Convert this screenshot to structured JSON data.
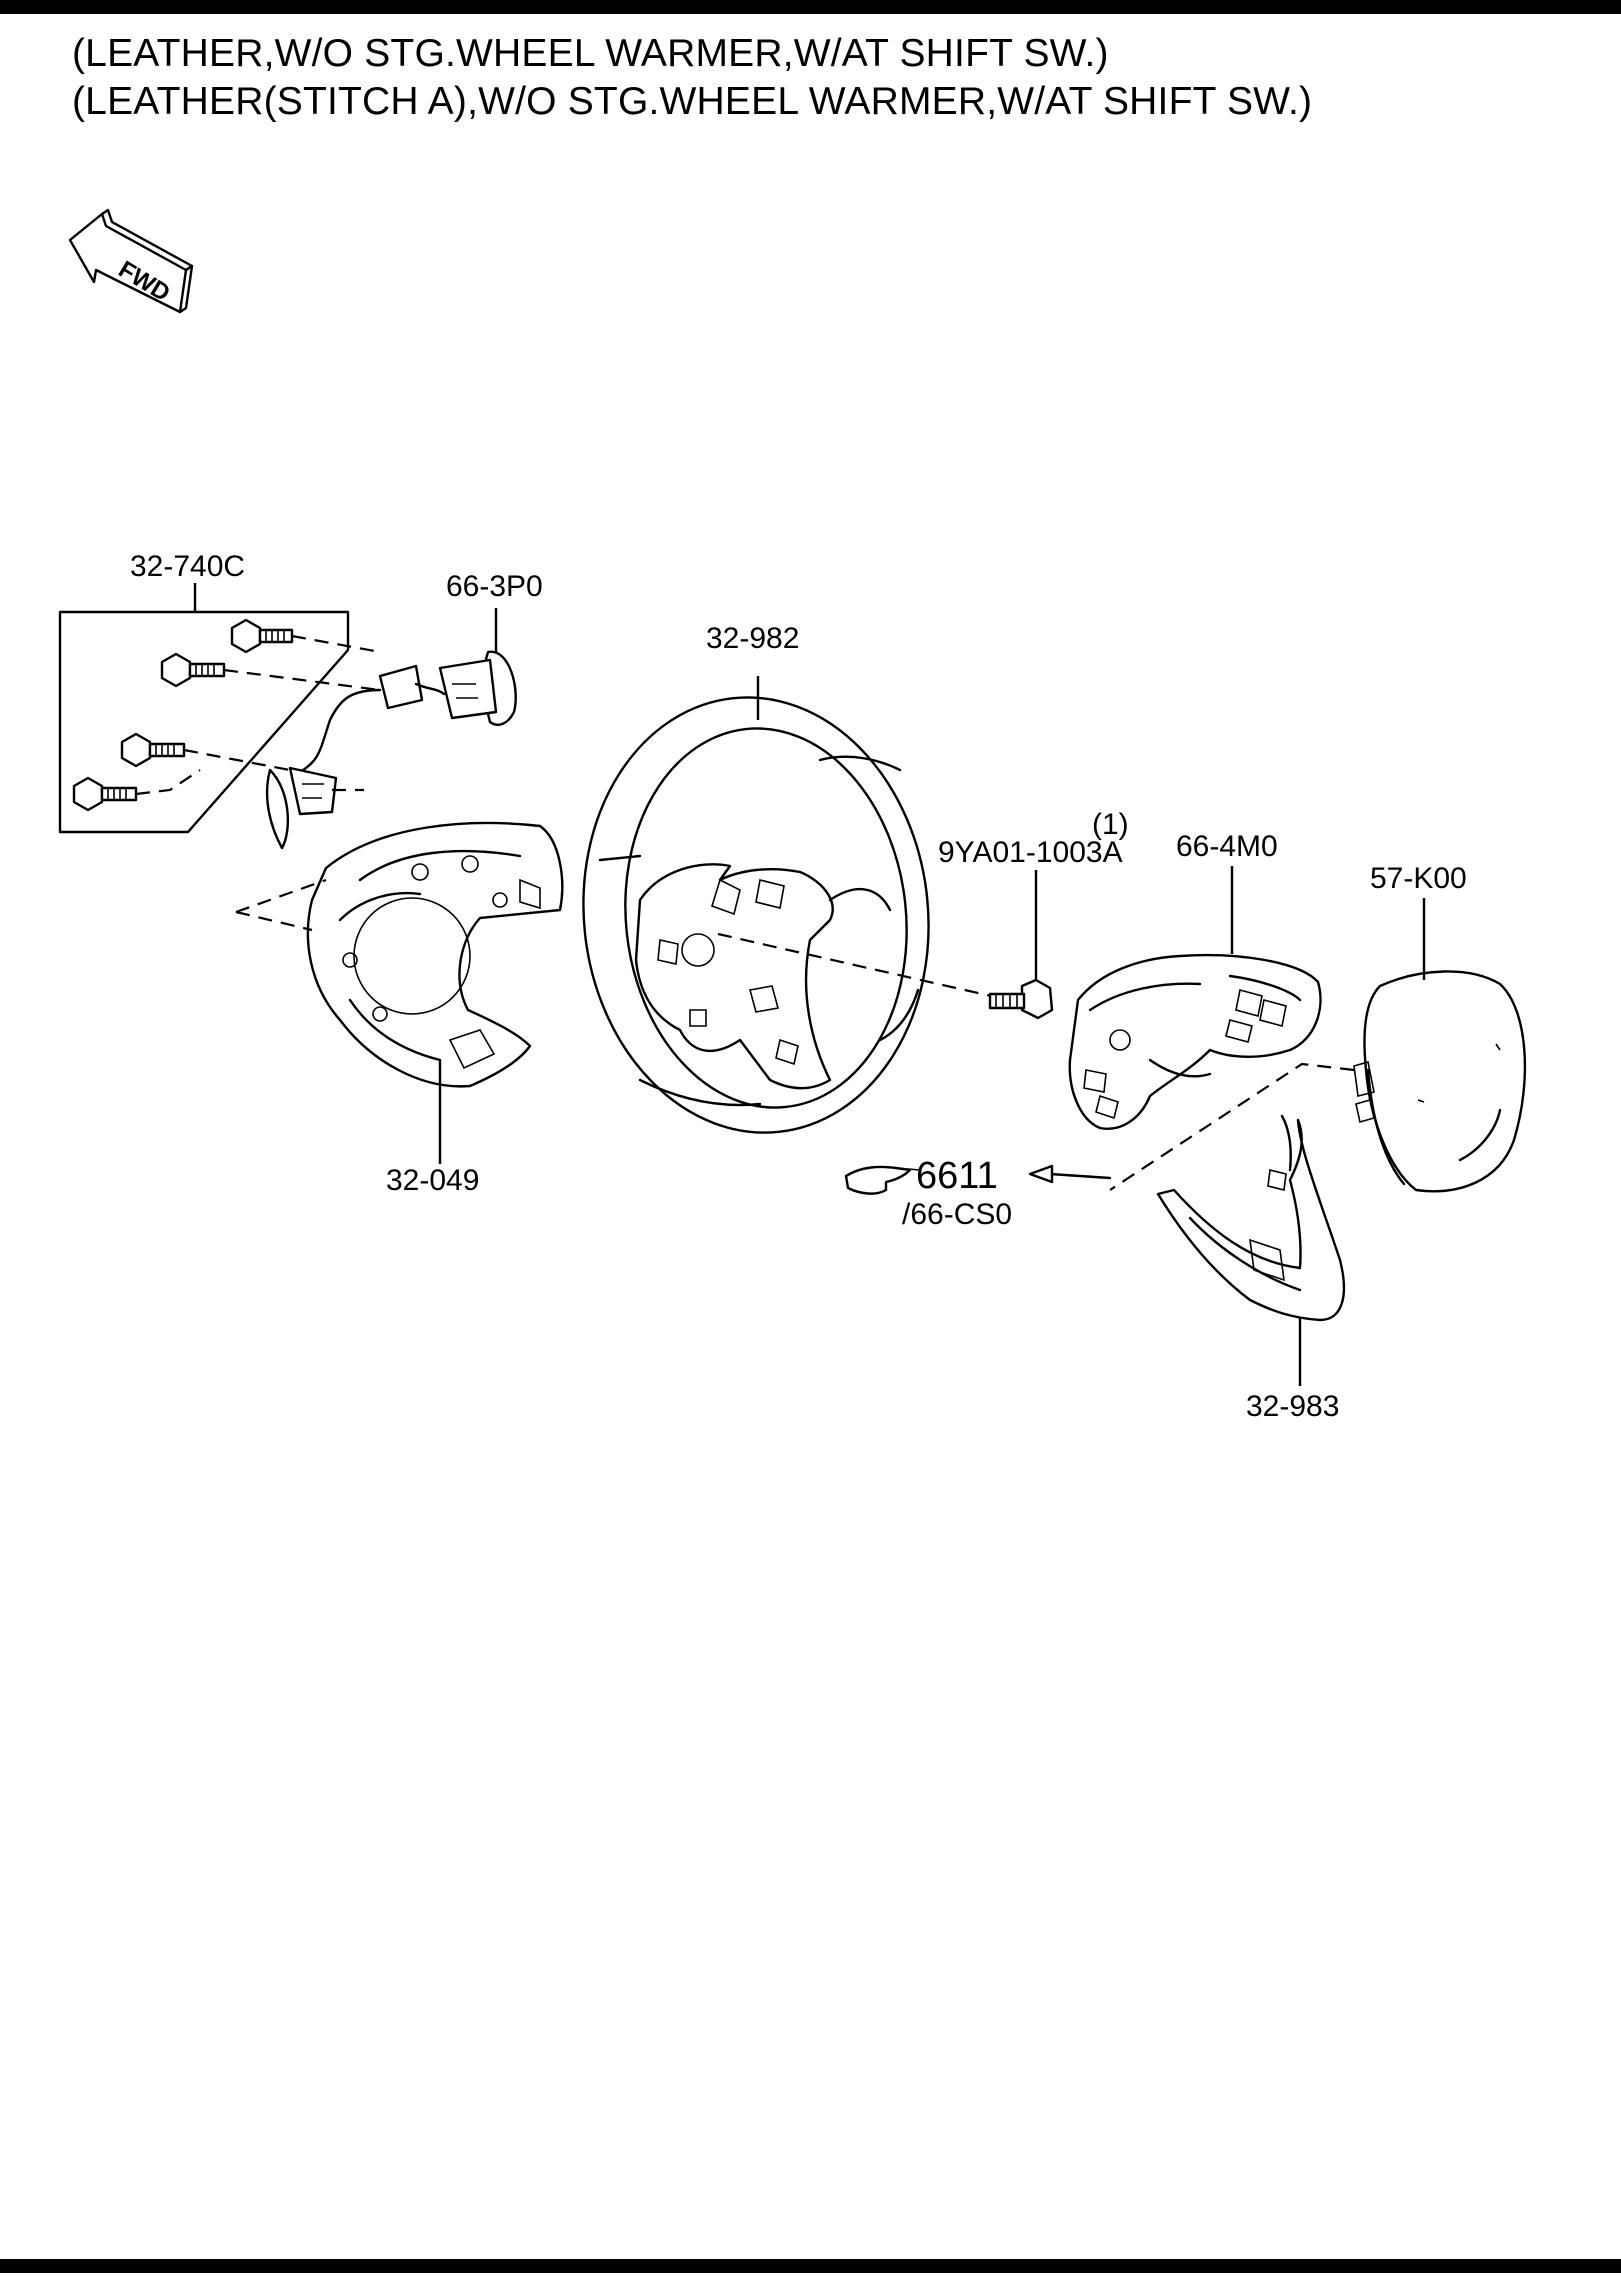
{
  "header": {
    "title_lines": [
      "(LEATHER,W/O STG.WHEEL WARMER,W/AT SHIFT SW.)",
      "(LEATHER(STITCH A),W/O STG.WHEEL WARMER,W/AT SHIFT SW.)"
    ]
  },
  "orientation": {
    "arrow_label": "FWD"
  },
  "callouts": {
    "bolt_set": "32-740C",
    "shift_switch": "66-3P0",
    "wheel": "32-982",
    "bolt_qty": "(1)",
    "bolt": "9YA01-1003A",
    "switch_panel": "66-4M0",
    "airbag": "57-K00",
    "rear_cover": "32-049",
    "ref_number": "6611",
    "ref_sub": "/66-CS0",
    "lower_cover": "32-983"
  }
}
